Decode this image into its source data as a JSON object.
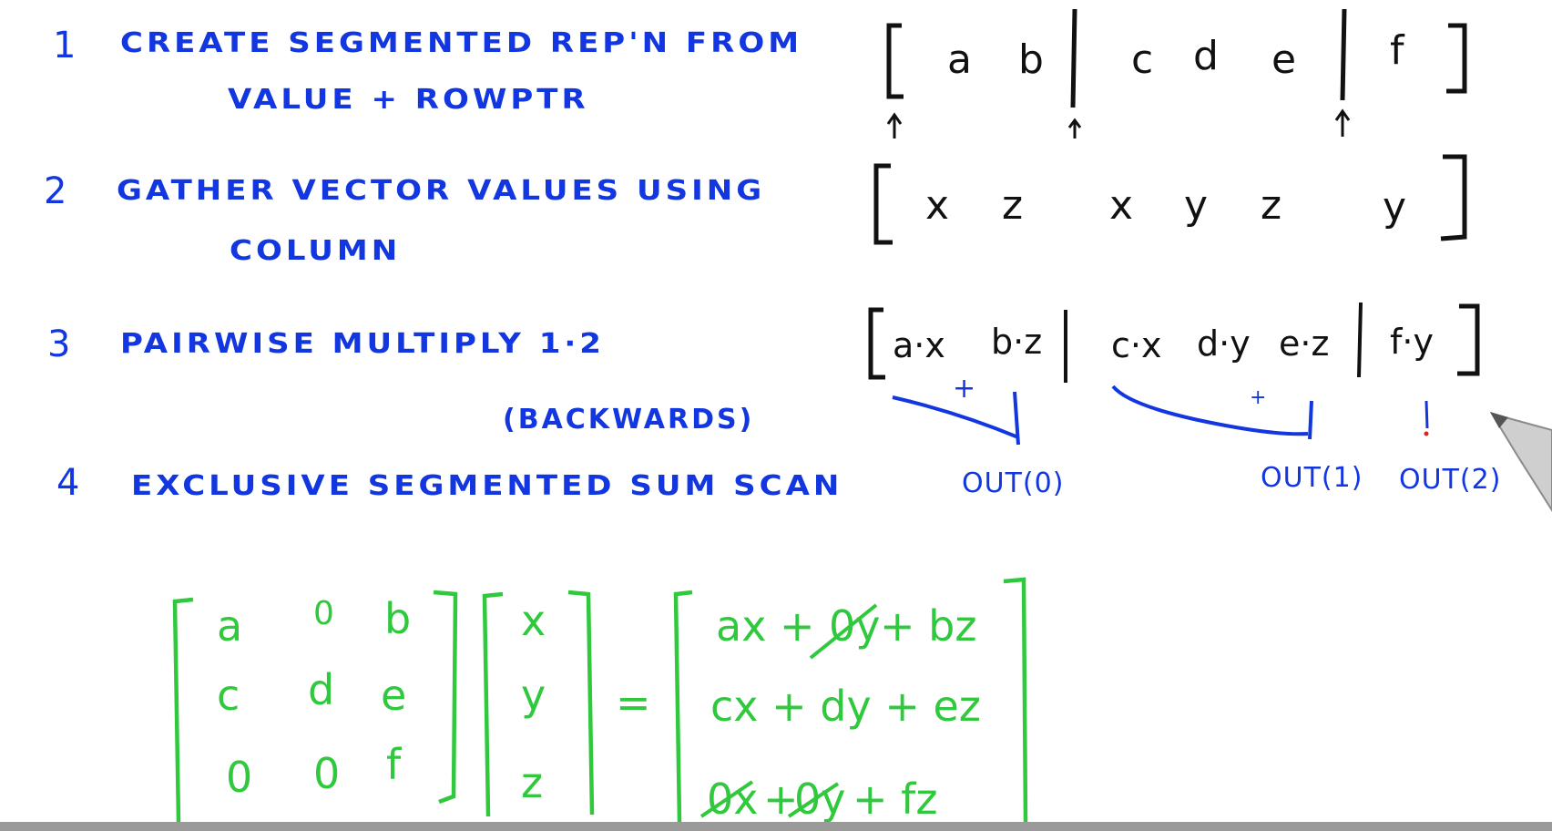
{
  "steps": [
    {
      "num": "1",
      "line1": "CREATE SEGMENTED REP'N FROM",
      "line2": "VALUE + ROWPTR"
    },
    {
      "num": "2",
      "line1": "GATHER VECTOR VALUES USING",
      "line2": "COLUMN"
    },
    {
      "num": "3",
      "line1": "PAIRWISE MULTIPLY 1·2",
      "line2": "(BACKWARDS)"
    },
    {
      "num": "4",
      "line1": "EXCLUSIVE SEGMENTED SUM SCAN",
      "line2": ""
    }
  ],
  "segmented_values": [
    "a",
    "b",
    "c",
    "d",
    "e",
    "f"
  ],
  "gathered_vector": [
    "x",
    "z",
    "x",
    "y",
    "z",
    "y"
  ],
  "products": [
    "a·x",
    "b·z",
    "c·x",
    "d·y",
    "e·z",
    "f·y"
  ],
  "outputs": [
    "OUT(0)",
    "OUT(1)",
    "OUT(2)"
  ],
  "scan_marks": [
    "+",
    "+"
  ],
  "matrix": {
    "rows": [
      [
        "a",
        "0",
        "b"
      ],
      [
        "c",
        "d",
        "e"
      ],
      [
        "0",
        "0",
        "f"
      ]
    ]
  },
  "vector": [
    "x",
    "y",
    "z"
  ],
  "equals": "=",
  "result": {
    "row1": {
      "t1": "ax +",
      "t2": "0y",
      "t3": "+ bz"
    },
    "row2": {
      "t1": "cx + dy + ez"
    },
    "row3": {
      "t1": "0x",
      "t2": "+",
      "t3": "0y",
      "t4": "+ fz"
    }
  },
  "colors": {
    "blue_ink": "#1236e0",
    "black_ink": "#111111",
    "green_ink": "#30c83c",
    "red_mark": "#e02020"
  }
}
